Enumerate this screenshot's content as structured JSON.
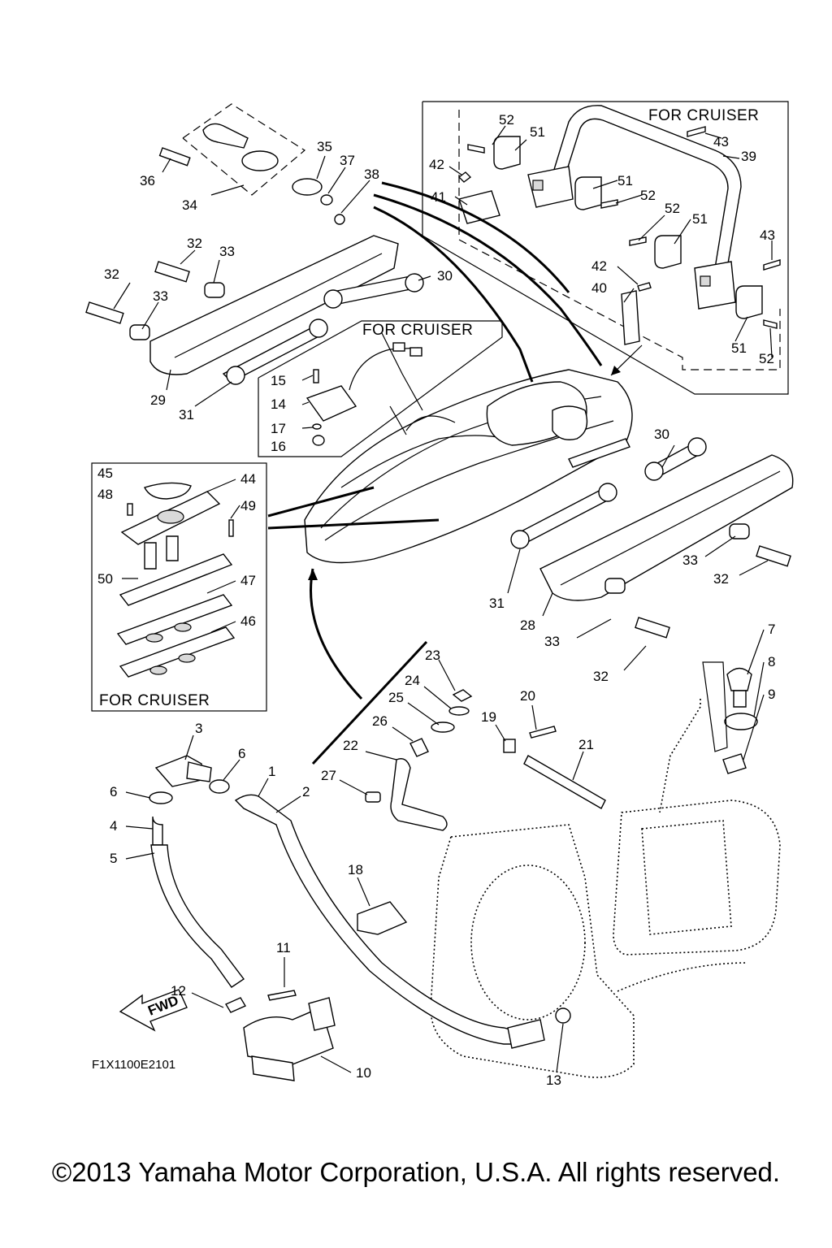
{
  "diagram": {
    "box_labels": {
      "cruiser_top_right": "FOR CRUISER",
      "cruiser_mid": "FOR CRUISER",
      "cruiser_left": "FOR CRUISER"
    },
    "figure_code": "F1X1100E2101",
    "fwd_label": "FWD",
    "callouts": [
      {
        "id": "c1",
        "text": "1"
      },
      {
        "id": "c2",
        "text": "2"
      },
      {
        "id": "c3",
        "text": "3"
      },
      {
        "id": "c4",
        "text": "4"
      },
      {
        "id": "c5",
        "text": "5"
      },
      {
        "id": "c6a",
        "text": "6"
      },
      {
        "id": "c6b",
        "text": "6"
      },
      {
        "id": "c7",
        "text": "7"
      },
      {
        "id": "c8",
        "text": "8"
      },
      {
        "id": "c9",
        "text": "9"
      },
      {
        "id": "c10",
        "text": "10"
      },
      {
        "id": "c11",
        "text": "11"
      },
      {
        "id": "c12",
        "text": "12"
      },
      {
        "id": "c13",
        "text": "13"
      },
      {
        "id": "c14",
        "text": "14"
      },
      {
        "id": "c15",
        "text": "15"
      },
      {
        "id": "c16",
        "text": "16"
      },
      {
        "id": "c17",
        "text": "17"
      },
      {
        "id": "c18",
        "text": "18"
      },
      {
        "id": "c19",
        "text": "19"
      },
      {
        "id": "c20",
        "text": "20"
      },
      {
        "id": "c21",
        "text": "21"
      },
      {
        "id": "c22",
        "text": "22"
      },
      {
        "id": "c23",
        "text": "23"
      },
      {
        "id": "c24",
        "text": "24"
      },
      {
        "id": "c25",
        "text": "25"
      },
      {
        "id": "c26",
        "text": "26"
      },
      {
        "id": "c27",
        "text": "27"
      },
      {
        "id": "c28",
        "text": "28"
      },
      {
        "id": "c29",
        "text": "29"
      },
      {
        "id": "c30a",
        "text": "30"
      },
      {
        "id": "c30b",
        "text": "30"
      },
      {
        "id": "c31a",
        "text": "31"
      },
      {
        "id": "c31b",
        "text": "31"
      },
      {
        "id": "c32a",
        "text": "32"
      },
      {
        "id": "c32b",
        "text": "32"
      },
      {
        "id": "c32c",
        "text": "32"
      },
      {
        "id": "c32d",
        "text": "32"
      },
      {
        "id": "c33a",
        "text": "33"
      },
      {
        "id": "c33b",
        "text": "33"
      },
      {
        "id": "c33c",
        "text": "33"
      },
      {
        "id": "c33d",
        "text": "33"
      },
      {
        "id": "c34",
        "text": "34"
      },
      {
        "id": "c35",
        "text": "35"
      },
      {
        "id": "c36",
        "text": "36"
      },
      {
        "id": "c37",
        "text": "37"
      },
      {
        "id": "c38",
        "text": "38"
      },
      {
        "id": "c39",
        "text": "39"
      },
      {
        "id": "c40",
        "text": "40"
      },
      {
        "id": "c41",
        "text": "41"
      },
      {
        "id": "c42a",
        "text": "42"
      },
      {
        "id": "c42b",
        "text": "42"
      },
      {
        "id": "c43a",
        "text": "43"
      },
      {
        "id": "c43b",
        "text": "43"
      },
      {
        "id": "c44",
        "text": "44"
      },
      {
        "id": "c45",
        "text": "45"
      },
      {
        "id": "c46",
        "text": "46"
      },
      {
        "id": "c47",
        "text": "47"
      },
      {
        "id": "c48",
        "text": "48"
      },
      {
        "id": "c49",
        "text": "49"
      },
      {
        "id": "c50",
        "text": "50"
      },
      {
        "id": "c51a",
        "text": "51"
      },
      {
        "id": "c51b",
        "text": "51"
      },
      {
        "id": "c51c",
        "text": "51"
      },
      {
        "id": "c51d",
        "text": "51"
      },
      {
        "id": "c52a",
        "text": "52"
      },
      {
        "id": "c52b",
        "text": "52"
      },
      {
        "id": "c52c",
        "text": "52"
      },
      {
        "id": "c52d",
        "text": "52"
      }
    ]
  },
  "copyright": "©2013 Yamaha Motor Corporation, U.S.A. All rights reserved."
}
